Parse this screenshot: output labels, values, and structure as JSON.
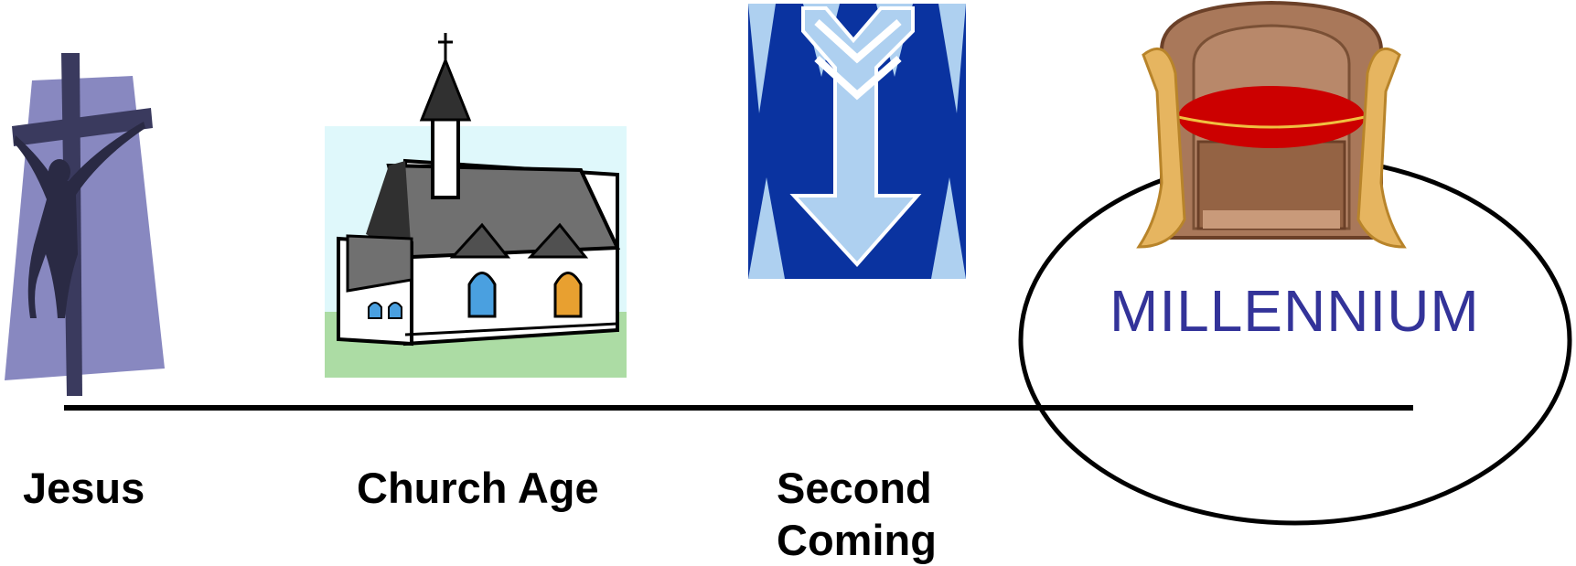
{
  "labels": {
    "jesus": "Jesus",
    "church_age": "Church Age",
    "second_coming_line1": "Second",
    "second_coming_line2": "Coming"
  },
  "millennium": {
    "text": "MILLENNIUM"
  },
  "icons": {
    "crucifix": "crucifix-icon",
    "church": "church-icon",
    "arrow": "down-arrow-icon",
    "throne": "throne-icon"
  },
  "colors": {
    "timeline": "#000000",
    "millennium_text": "#333399",
    "arrow_background": "#0a33a0",
    "arrow_light": "#aed0f0",
    "throne_cushion": "#cc0000",
    "cross_backdrop": "#8888c0"
  }
}
